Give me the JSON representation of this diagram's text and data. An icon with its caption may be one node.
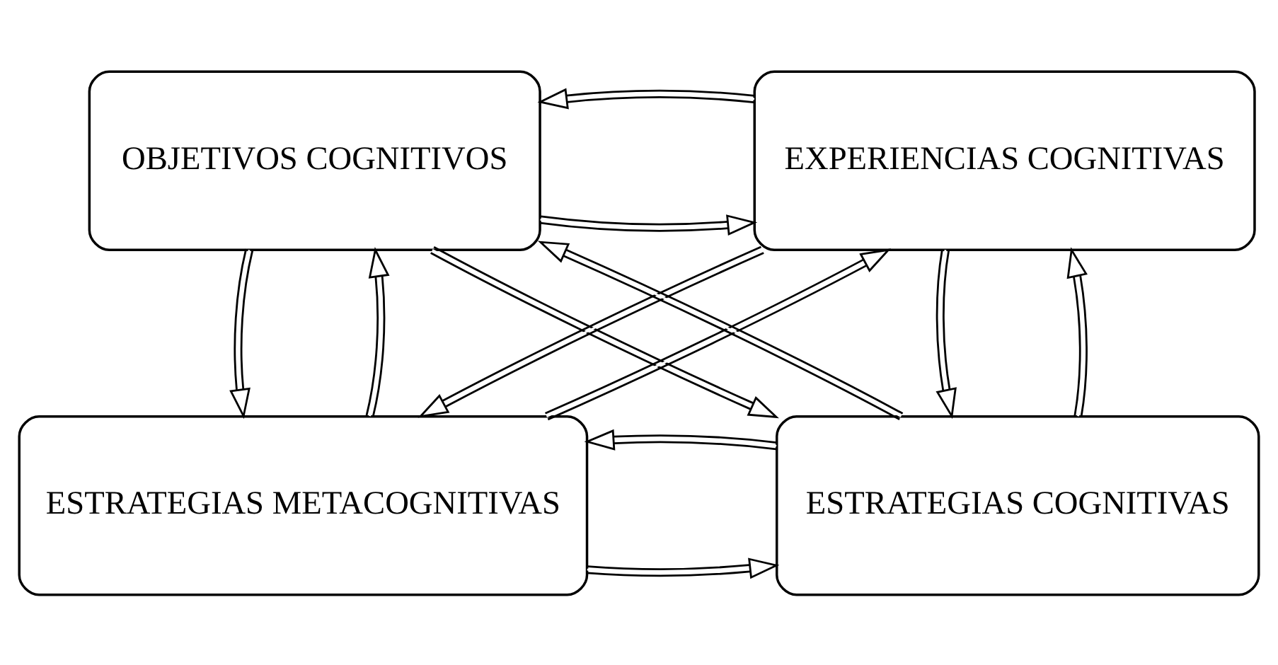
{
  "diagram": {
    "nodes": [
      {
        "text": [
          "OBJETIVOS COGNITIVOS"
        ]
      },
      {
        "text": [
          "EXPERIENCIAS COGNITIVAS"
        ]
      },
      {
        "text": [
          "ESTRATEGIAS METACOGNITIVAS"
        ]
      },
      {
        "text": [
          "ESTRATEGIAS COGNITIVAS"
        ]
      }
    ],
    "edges": [
      {
        "from": 0,
        "to": 1,
        "arrow": "to"
      },
      {
        "from": 1,
        "to": 0,
        "arrow": "to"
      },
      {
        "from": 2,
        "to": 0,
        "arrow": "to"
      },
      {
        "from": 0,
        "to": 2,
        "arrow": "to"
      },
      {
        "from": 3,
        "to": 0,
        "arrow": "to"
      },
      {
        "from": 1,
        "to": 2,
        "arrow": "to"
      },
      {
        "from": 2,
        "to": 1,
        "arrow": "to"
      },
      {
        "from": 0,
        "to": 3,
        "arrow": "to"
      },
      {
        "from": 3,
        "to": 1,
        "arrow": "to"
      },
      {
        "from": 1,
        "to": 3,
        "arrow": "to"
      },
      {
        "from": 2,
        "to": 3,
        "arrow": "to"
      },
      {
        "from": 3,
        "to": 2,
        "arrow": "to"
      }
    ]
  }
}
